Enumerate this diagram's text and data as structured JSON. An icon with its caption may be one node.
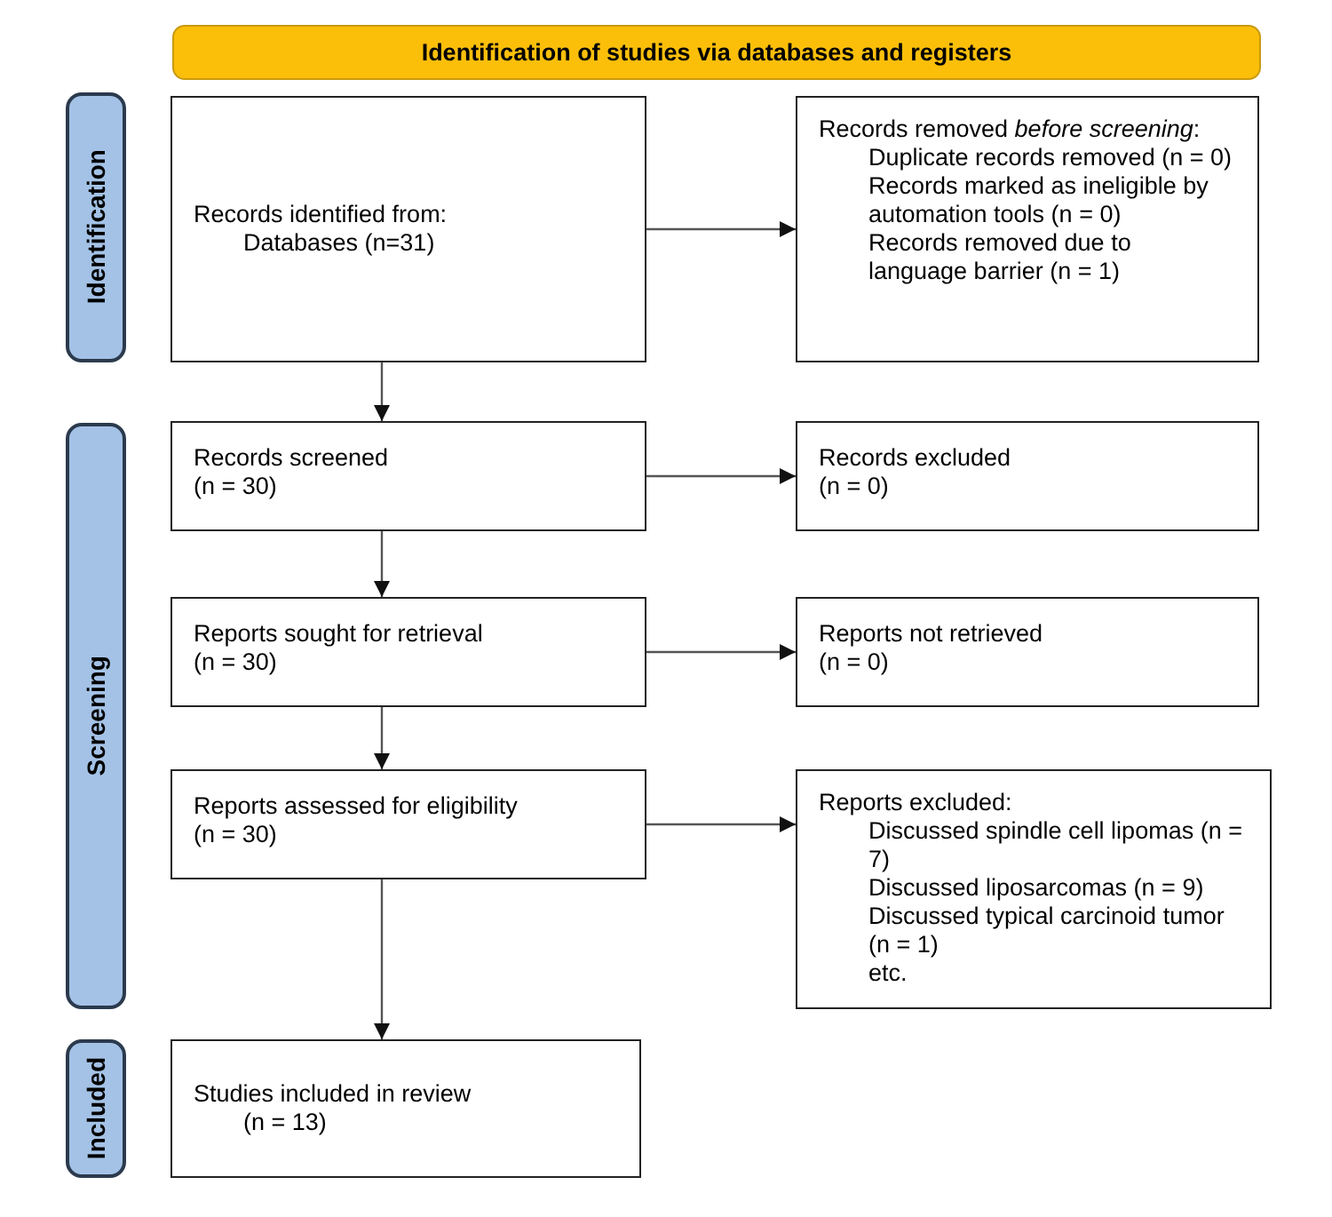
{
  "diagram": {
    "nodes": [
      {
        "text": [
          "Identification of studies via databases and registers"
        ]
      },
      {
        "text": [
          "Identification"
        ]
      },
      {
        "text": [
          "Screening"
        ]
      },
      {
        "text": [
          "Included"
        ]
      },
      {
        "text": [
          "Records identified from:",
          "Databases (n=31)"
        ]
      },
      {
        "text": [
          "Records removed *before screening*:",
          "Duplicate records removed (n = 0)",
          "Records marked as ineligible by automation tools (n = 0)",
          "Records removed due to language barrier (n = 1)"
        ]
      },
      {
        "text": [
          "Records screened",
          "(n = 30)"
        ]
      },
      {
        "text": [
          "Records excluded",
          "(n = 0)"
        ]
      },
      {
        "text": [
          "Reports sought for retrieval",
          "(n = 30)"
        ]
      },
      {
        "text": [
          "Reports not retrieved",
          "(n = 0)"
        ]
      },
      {
        "text": [
          "Reports assessed for eligibility",
          "(n = 30)"
        ]
      },
      {
        "text": [
          "Reports excluded:",
          "Discussed spindle cell lipomas (n = 7)",
          "Discussed liposarcomas (n = 9)",
          "Discussed typical carcinoid tumor (n = 1)",
          "etc."
        ]
      },
      {
        "text": [
          "Studies included in review",
          "(n = 13)"
        ]
      }
    ],
    "edges": [
      {
        "from": 4,
        "to": 5,
        "arrow": "to"
      },
      {
        "from": 4,
        "to": 6,
        "arrow": "to"
      },
      {
        "from": 6,
        "to": 7,
        "arrow": "to"
      },
      {
        "from": 6,
        "to": 8,
        "arrow": "to"
      },
      {
        "from": 8,
        "to": 9,
        "arrow": "to"
      },
      {
        "from": 8,
        "to": 10,
        "arrow": "to"
      },
      {
        "from": 10,
        "to": 11,
        "arrow": "to"
      },
      {
        "from": 10,
        "to": 12,
        "arrow": "to"
      }
    ]
  }
}
